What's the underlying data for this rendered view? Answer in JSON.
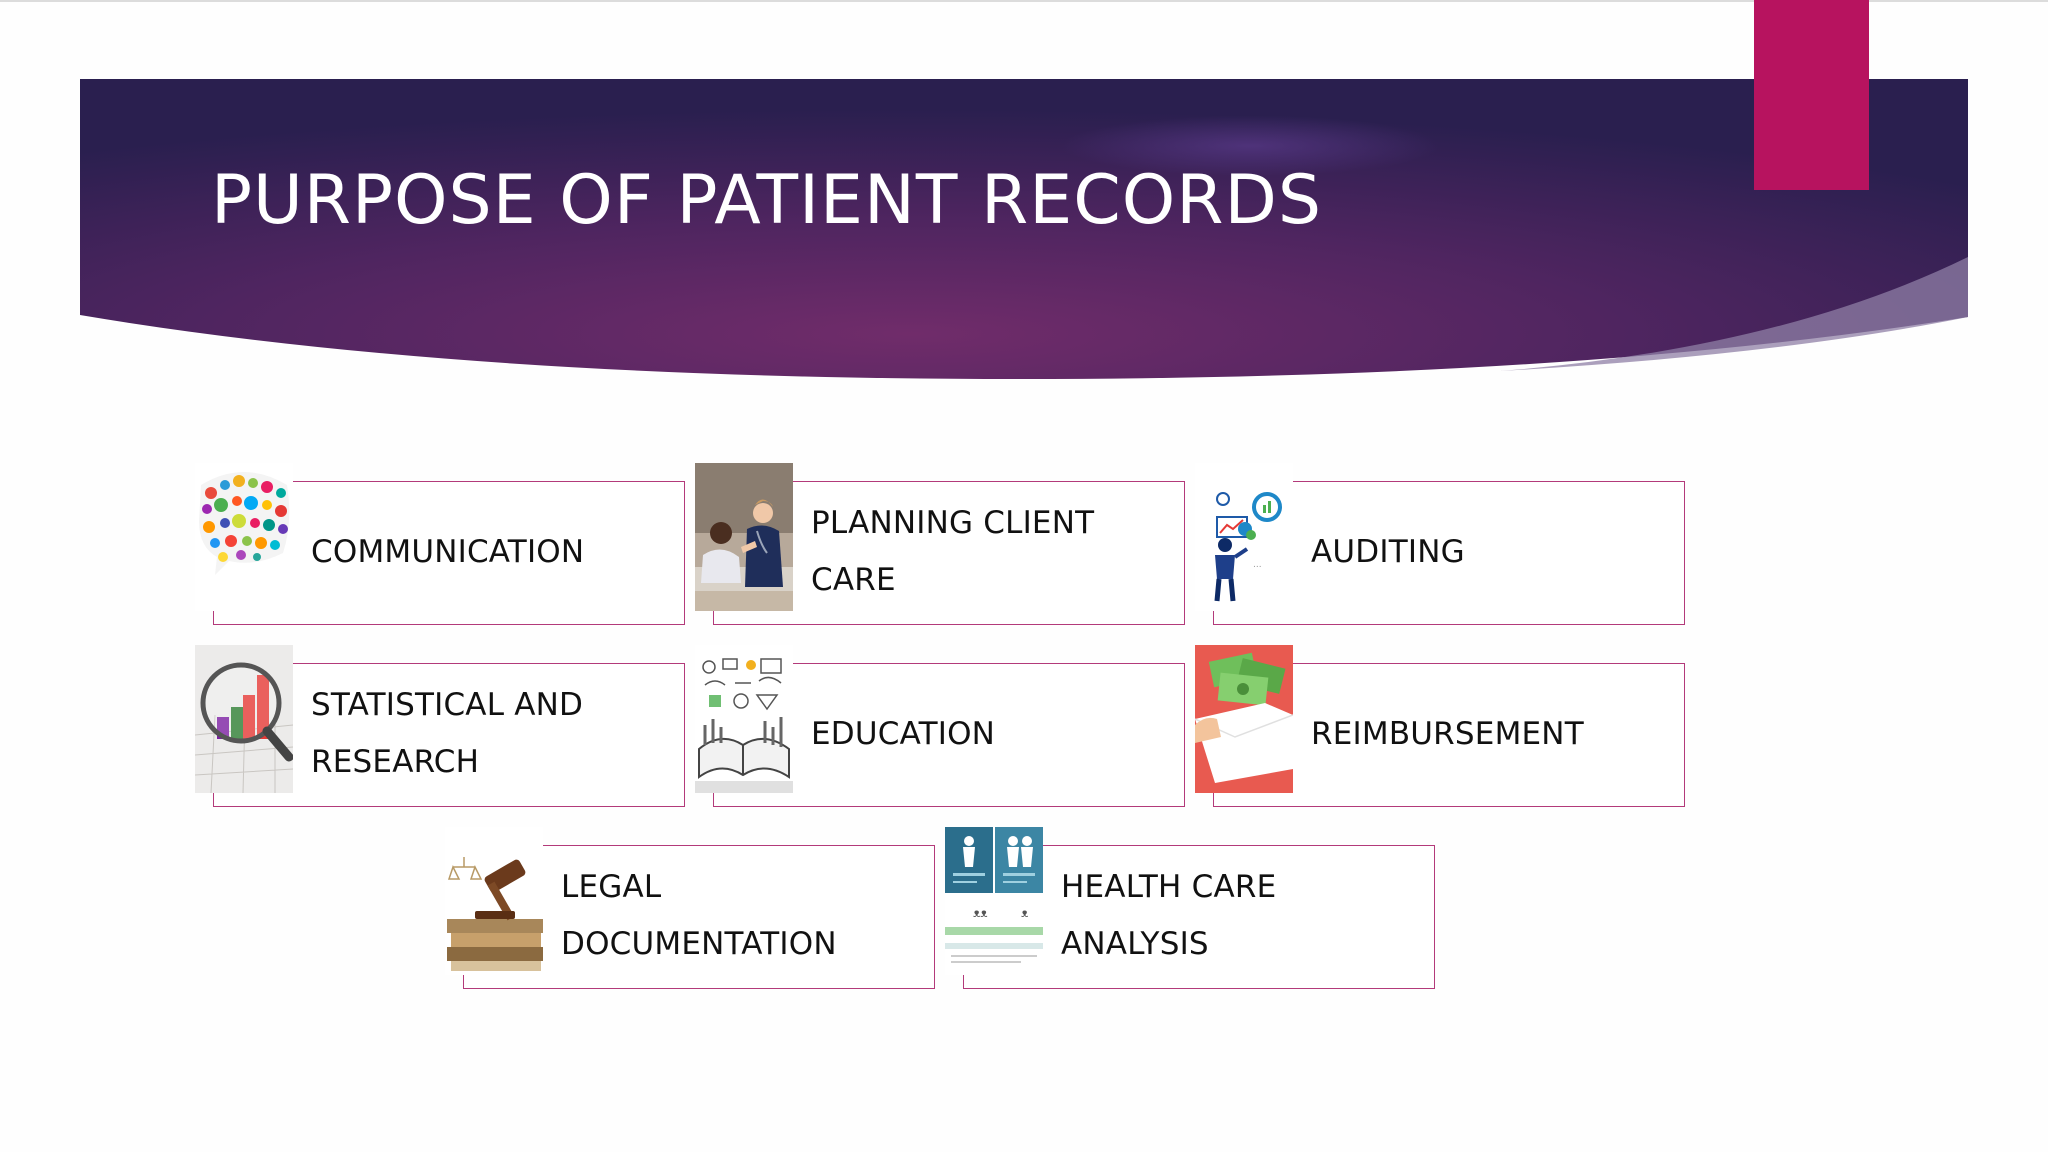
{
  "slide": {
    "title": "PURPOSE OF PATIENT RECORDS",
    "colors": {
      "banner_dark": "#2a1f4f",
      "banner_mid": "#6a2b68",
      "accent": "#b7135f",
      "card_border": "#b33a7a"
    }
  },
  "cards": [
    {
      "label": "COMMUNICATION",
      "icon": "communication-icons-bubble"
    },
    {
      "label": "PLANNING CLIENT CARE",
      "icon": "nurse-with-patient-photo"
    },
    {
      "label": "AUDITING",
      "icon": "auditor-with-charts"
    },
    {
      "label": "STATISTICAL AND RESEARCH",
      "icon": "magnifier-bar-chart"
    },
    {
      "label": "EDUCATION",
      "icon": "open-book-sketch"
    },
    {
      "label": "REIMBURSEMENT",
      "icon": "money-envelope"
    },
    {
      "label": "LEGAL DOCUMENTATION",
      "icon": "gavel-books"
    },
    {
      "label": "HEALTH CARE ANALYSIS",
      "icon": "health-infographic"
    }
  ]
}
